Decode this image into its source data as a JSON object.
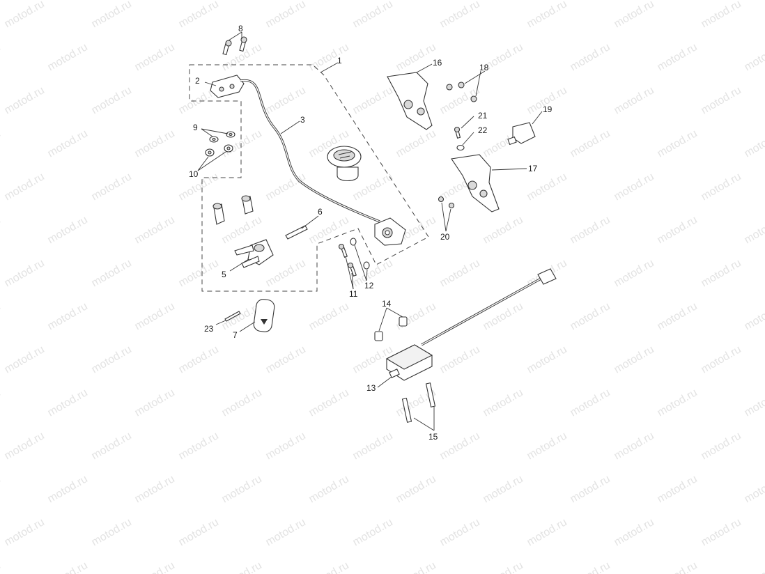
{
  "watermark": "motod.ru",
  "callouts": {
    "c1": "1",
    "c2": "2",
    "c3": "3",
    "c5": "5",
    "c6": "6",
    "c7": "7",
    "c8": "8",
    "c9": "9",
    "c10": "10",
    "c11": "11",
    "c12": "12",
    "c13": "13",
    "c14": "14",
    "c15": "15",
    "c16": "16",
    "c17": "17",
    "c18": "18",
    "c19": "19",
    "c20": "20",
    "c21": "21",
    "c22": "22",
    "c23": "23"
  }
}
